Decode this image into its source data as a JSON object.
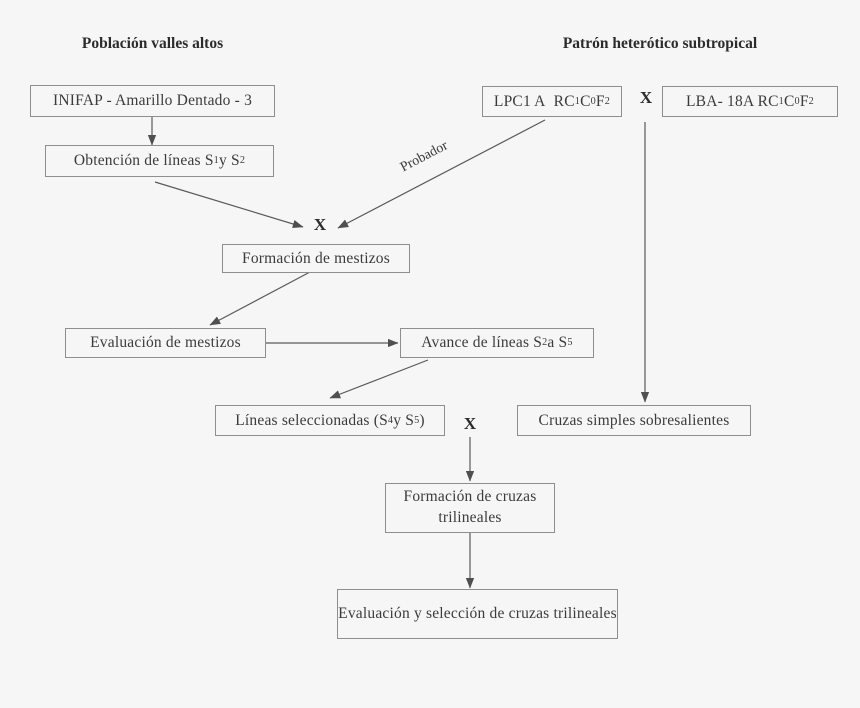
{
  "diagram": {
    "headers": [
      {
        "id": "left-header",
        "text": "Población valles altos"
      },
      {
        "id": "right-header",
        "text": "Patrón heterótico subtropical"
      }
    ],
    "nodes": [
      {
        "id": "inifap",
        "text": "INIFAP - Amarillo Dentado - 3"
      },
      {
        "id": "obtencion-lineas",
        "text": "Obtención de líneas S1 y S2",
        "html": "Obtención de líneas S<sub>1</sub> y S<sub>2</sub>"
      },
      {
        "id": "lpc1a",
        "text": "LPC1 A RC1C0F2",
        "html": "LPC1 A&nbsp; RC<sub>1</sub>C<sub>0</sub>F<sub>2</sub>"
      },
      {
        "id": "lba18a",
        "text": "LBA- 18A RC1 C0 F2",
        "html": "LBA- 18A RC<sub>1</sub> C<sub>0</sub> F<sub>2</sub>"
      },
      {
        "id": "formacion-mestizos",
        "text": "Formación de mestizos"
      },
      {
        "id": "evaluacion-mestizos",
        "text": "Evaluación de  mestizos"
      },
      {
        "id": "avance-lineas",
        "text": "Avance de líneas S2 a S5",
        "html": "Avance de líneas S<sub>2</sub> a S<sub>5</sub>"
      },
      {
        "id": "lineas-seleccionadas",
        "text": "Líneas seleccionadas (S4 y S5)",
        "html": "Líneas seleccionadas (S<sub>4</sub> y S<sub>5</sub>)"
      },
      {
        "id": "cruzas-simples",
        "text": "Cruzas simples sobresalientes"
      },
      {
        "id": "formacion-cruzas",
        "text": "Formación de cruzas trilineales"
      },
      {
        "id": "evaluacion-cruzas",
        "text": "Evaluación y selección de cruzas trilineales"
      }
    ],
    "cross_markers": [
      {
        "id": "cross-top-right",
        "text": "X"
      },
      {
        "id": "cross-mestizos",
        "text": "X"
      },
      {
        "id": "cross-trilineal",
        "text": "X"
      }
    ],
    "edge_labels": [
      {
        "id": "probador",
        "text": "Probador"
      }
    ],
    "colors": {
      "background": "#f6f6f6",
      "box_border": "#8e8e8e",
      "text": "#3b3b3b",
      "arrow": "#5a5a5a"
    }
  }
}
